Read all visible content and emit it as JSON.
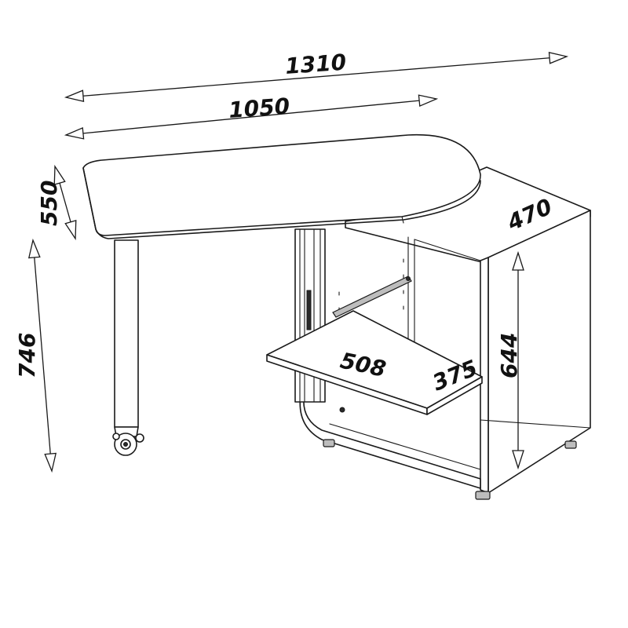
{
  "dimensions": {
    "total_length": "1310",
    "desk_length": "1050",
    "desk_depth": "550",
    "total_height": "746",
    "cabinet_depth": "470",
    "cabinet_height": "644",
    "shelf_width": "508",
    "shelf_depth": "375"
  }
}
